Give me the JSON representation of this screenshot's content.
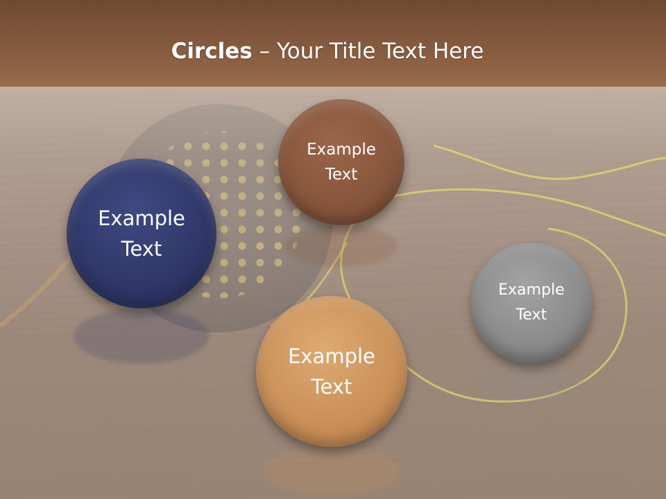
{
  "slide": {
    "title_bold": "Circles",
    "title_rest": " – Your Title Text Here"
  },
  "circles": [
    {
      "id": "navy",
      "label": "Example\nText",
      "color": "#2f3768"
    },
    {
      "id": "brown",
      "label": "Example\nText",
      "color": "#87553b"
    },
    {
      "id": "gray",
      "label": "Example\nText",
      "color": "#8a8a8a"
    },
    {
      "id": "tan",
      "label": "Example\nText",
      "color": "#c98f57"
    }
  ],
  "colors": {
    "header_band": "#885c40",
    "fishing_line": "#e8d870",
    "title_text": "#ffffff"
  }
}
